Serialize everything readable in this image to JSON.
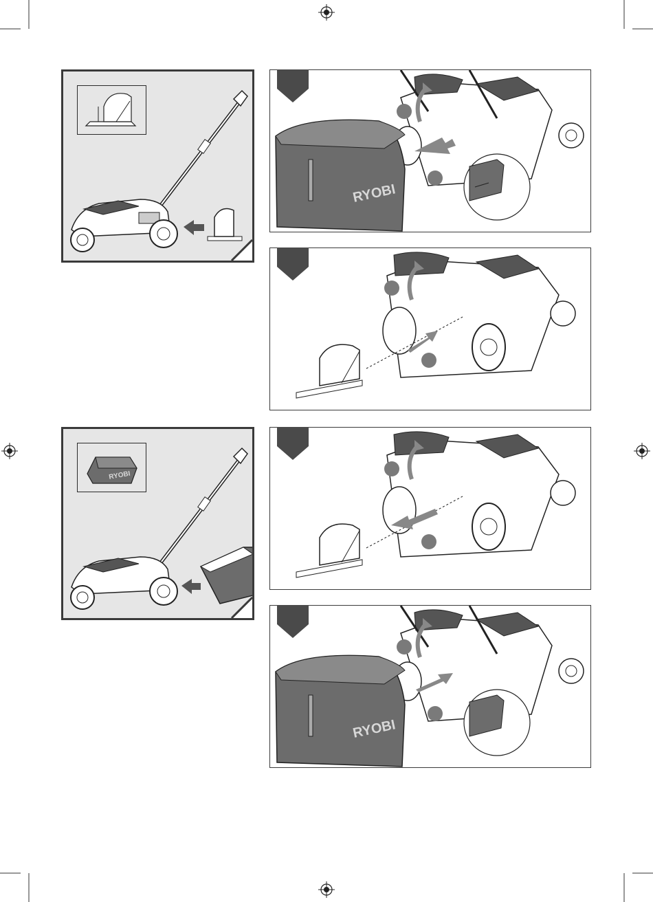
{
  "brand": {
    "logo_text": "RYOBI"
  },
  "colors": {
    "panel_fill": "#e6e6e6",
    "tab_fill": "#4a4a4a",
    "step_circle": "#7a7a7a",
    "catcher_fill": "#6c6c6c",
    "line": "#2a2a2a"
  },
  "reference_panels": [
    {
      "id": "mulch-plug",
      "inset_icon": "mulch-plug-icon",
      "attachment": "mulch-plug"
    },
    {
      "id": "grass-catcher",
      "inset_icon": "grass-catcher-icon",
      "attachment": "grass-catcher"
    }
  ],
  "step_panels": [
    {
      "id": "remove-catcher",
      "arrows": 3,
      "shows_catcher": true,
      "shows_zoom": true
    },
    {
      "id": "install-plug",
      "arrows": 2,
      "shows_catcher": false,
      "shows_zoom": false
    },
    {
      "id": "remove-plug",
      "arrows": 2,
      "shows_catcher": false,
      "shows_zoom": false
    },
    {
      "id": "install-catcher",
      "arrows": 2,
      "shows_catcher": true,
      "shows_zoom": true
    }
  ]
}
